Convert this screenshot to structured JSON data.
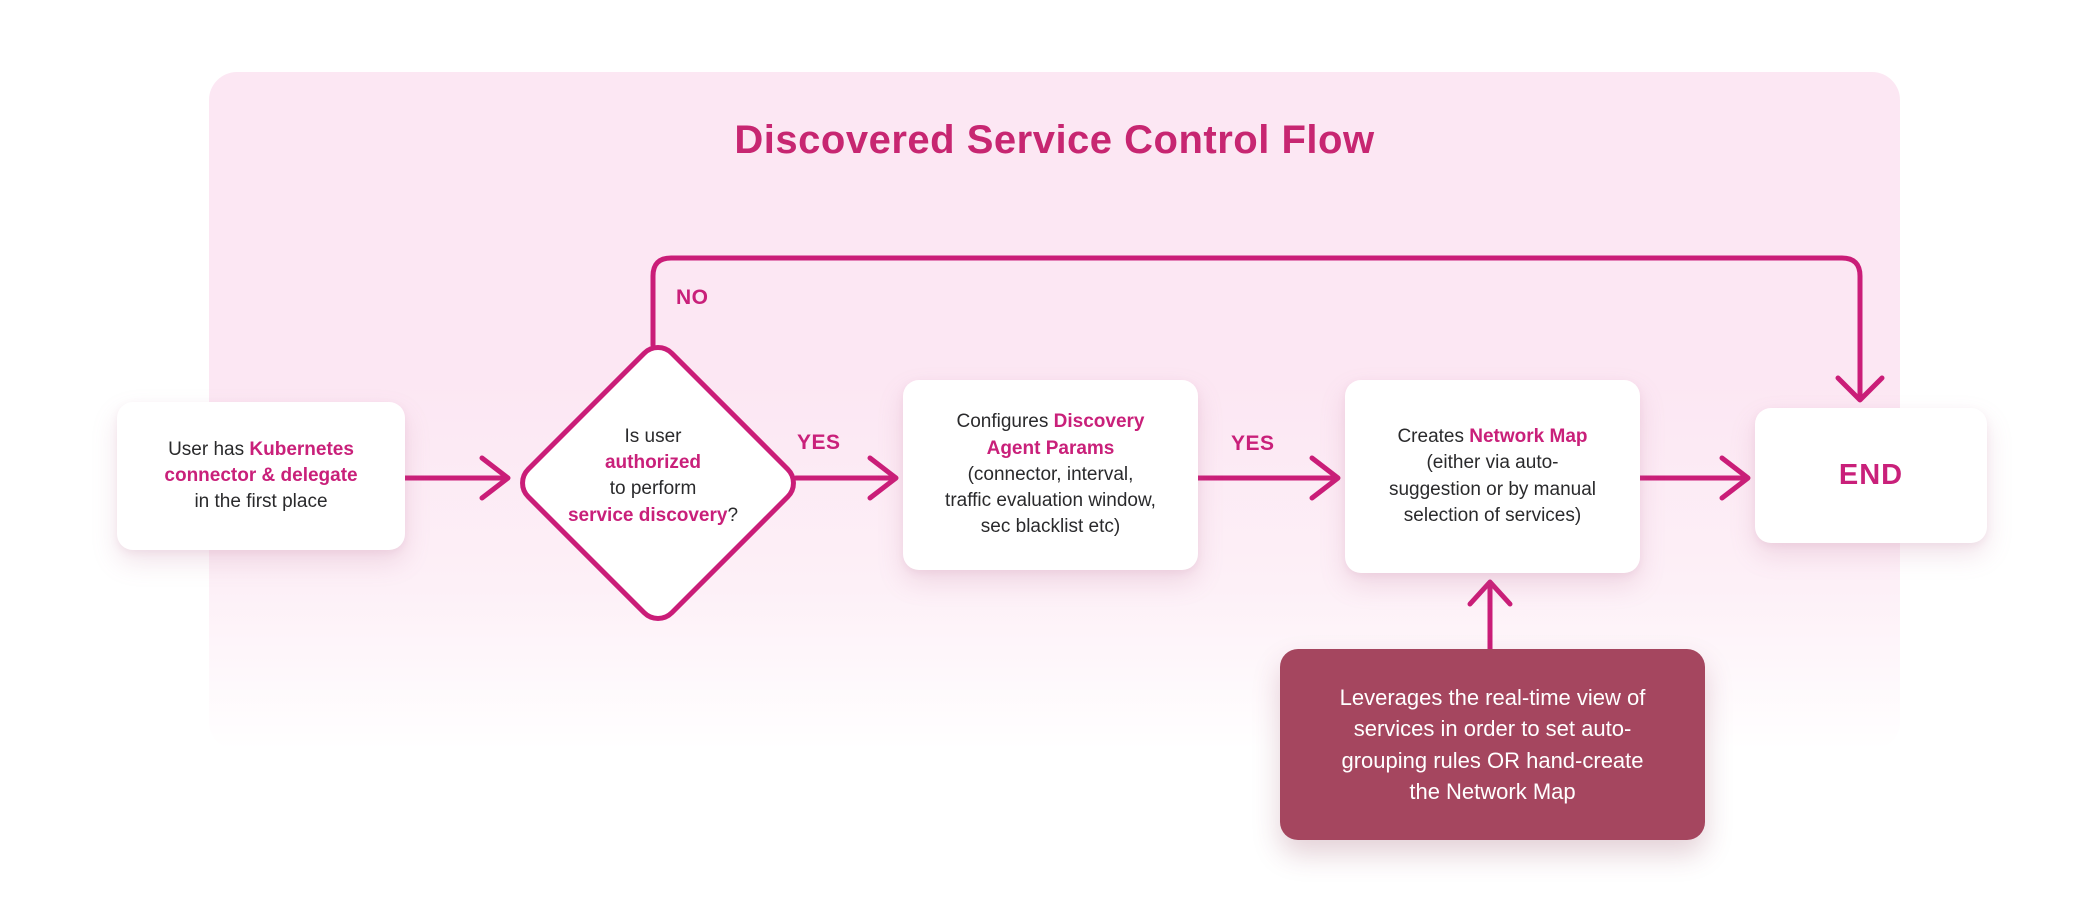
{
  "colors": {
    "accent": "#CA1D78",
    "accent_text": "#C9207A",
    "title": "#C72671",
    "panel_pink": "#FCE7F3",
    "annotation_bg": "#A5465F",
    "body_text": "#2A2A2C",
    "node_bg": "#FFFFFF"
  },
  "title": {
    "text": "Discovered Service Control Flow"
  },
  "nodes": {
    "start": {
      "segments": [
        {
          "t": "User has ",
          "em": false
        },
        {
          "t": "Kubernetes",
          "em": true
        },
        {
          "br": true
        },
        {
          "t": "connector & delegate",
          "em": true
        },
        {
          "br": true
        },
        {
          "t": "in the first place",
          "em": false
        }
      ]
    },
    "decision": {
      "segments": [
        {
          "t": "Is user",
          "em": false
        },
        {
          "br": true
        },
        {
          "t": "authorized",
          "em": true
        },
        {
          "br": true
        },
        {
          "t": "to perform",
          "em": false
        },
        {
          "br": true
        },
        {
          "t": "service discovery",
          "em": true
        },
        {
          "t": "?",
          "em": false
        }
      ]
    },
    "configure": {
      "segments": [
        {
          "t": "Configures ",
          "em": false
        },
        {
          "t": "Discovery",
          "em": true
        },
        {
          "br": true
        },
        {
          "t": "Agent Params",
          "em": true
        },
        {
          "br": true
        },
        {
          "t": "(connector, interval,",
          "em": false
        },
        {
          "br": true
        },
        {
          "t": "traffic evaluation window,",
          "em": false
        },
        {
          "br": true
        },
        {
          "t": "sec blacklist etc)",
          "em": false
        }
      ]
    },
    "network_map": {
      "segments": [
        {
          "t": "Creates ",
          "em": false
        },
        {
          "t": "Network Map",
          "em": true
        },
        {
          "br": true
        },
        {
          "t": "(either via auto-",
          "em": false
        },
        {
          "br": true
        },
        {
          "t": "suggestion or by manual",
          "em": false
        },
        {
          "br": true
        },
        {
          "t": "selection of services)",
          "em": false
        }
      ]
    },
    "end": {
      "label": "END"
    }
  },
  "edge_labels": {
    "no": "NO",
    "yes_decision_to_configure": "YES",
    "yes_configure_to_network_map": "YES"
  },
  "annotation": {
    "segments": [
      {
        "t": "Leverages the real-time view of",
        "em": false
      },
      {
        "br": true
      },
      {
        "t": "services in order to set auto-",
        "em": false
      },
      {
        "br": true
      },
      {
        "t": "grouping rules OR hand-create",
        "em": false
      },
      {
        "br": true
      },
      {
        "t": "the Network Map",
        "em": false
      }
    ]
  }
}
